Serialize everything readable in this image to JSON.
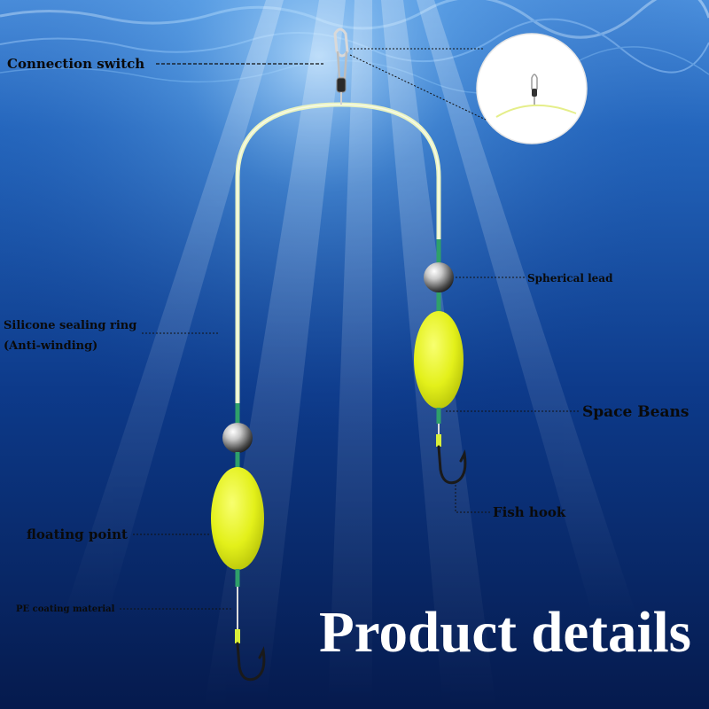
{
  "labels": {
    "connection_switch": "Connection switch",
    "spherical_lead": "Spherical lead",
    "silicone_line1": "Silicone sealing ring",
    "silicone_line2": "(Anti-winding)",
    "space_beans": "Space Beans",
    "fish_hook": "Fish hook",
    "floating_point": "floating point",
    "pe_coating": "PE coating material"
  },
  "title": "Product details",
  "colors": {
    "water_top": "#3a7fd0",
    "water_bottom": "#06184a",
    "float": "#e9f52a",
    "line": "#e9f3c2",
    "tube": "#2fa06a"
  }
}
